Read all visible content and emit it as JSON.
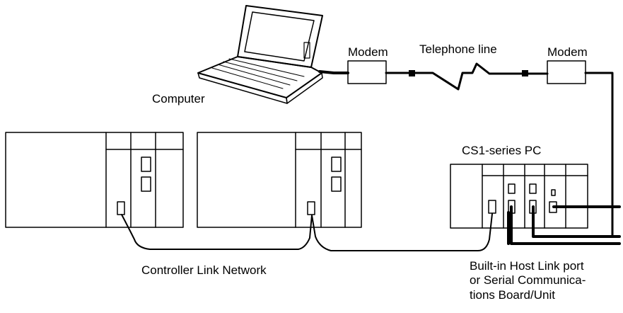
{
  "labels": {
    "computer": "Computer",
    "modem_left": "Modem",
    "modem_right": "Modem",
    "telephone_line": "Telephone line",
    "cs1_pc": "CS1-series PC",
    "controller_link_network": "Controller Link Network",
    "host_link_lines": [
      "Built-in Host Link port",
      "or Serial Communica-",
      "tions Board/Unit"
    ]
  },
  "colors": {
    "stroke": "#000000",
    "background": "#ffffff"
  }
}
